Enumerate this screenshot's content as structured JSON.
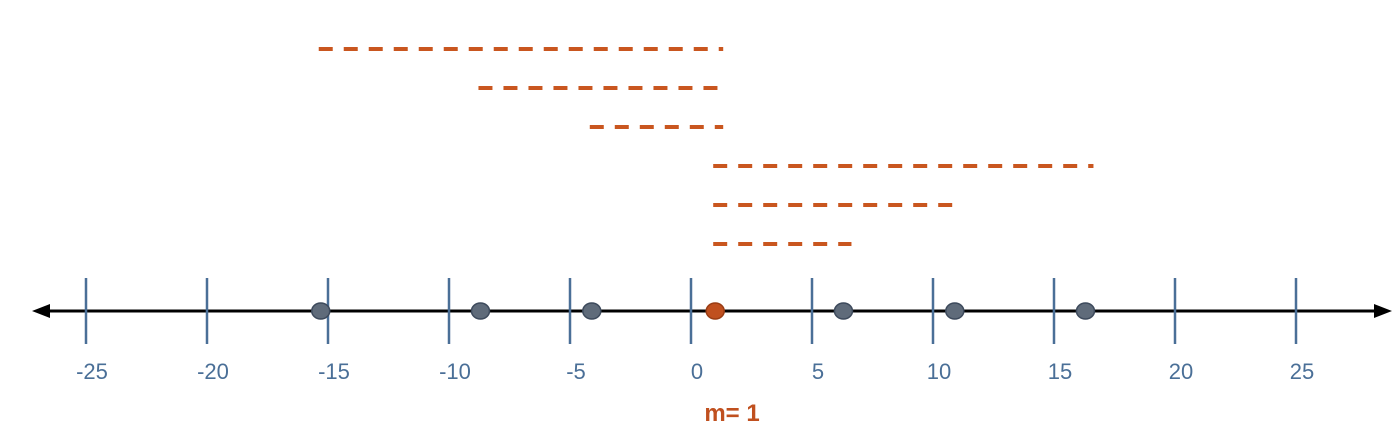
{
  "number_line": {
    "min": -28,
    "max": 28,
    "ticks": [
      -25,
      -20,
      -15,
      -10,
      -5,
      0,
      5,
      10,
      15,
      20,
      25
    ],
    "tick_labels": [
      "-25",
      "-20",
      "-15",
      "-10",
      "-5",
      "0",
      "5",
      "10",
      "15",
      "20",
      "25"
    ]
  },
  "points": [
    -15.3,
    -8.7,
    -4.1,
    6.3,
    10.9,
    16.3
  ],
  "median": {
    "value": 1.0,
    "label": "m= 1"
  },
  "distance_segments": [
    {
      "from": -15.3,
      "to": 1.0
    },
    {
      "from": -8.7,
      "to": 1.0
    },
    {
      "from": -4.1,
      "to": 1.0
    },
    {
      "from": 1.0,
      "to": 16.3
    },
    {
      "from": 1.0,
      "to": 10.9
    },
    {
      "from": 1.0,
      "to": 6.3
    }
  ],
  "colors": {
    "axis": "#000000",
    "tick": "#4a6f97",
    "point_fill": "#5f6b7a",
    "point_stroke": "#3d4a5c",
    "median_fill": "#c0501f",
    "median_stroke": "#9a3d14",
    "segment": "#c9561f"
  }
}
